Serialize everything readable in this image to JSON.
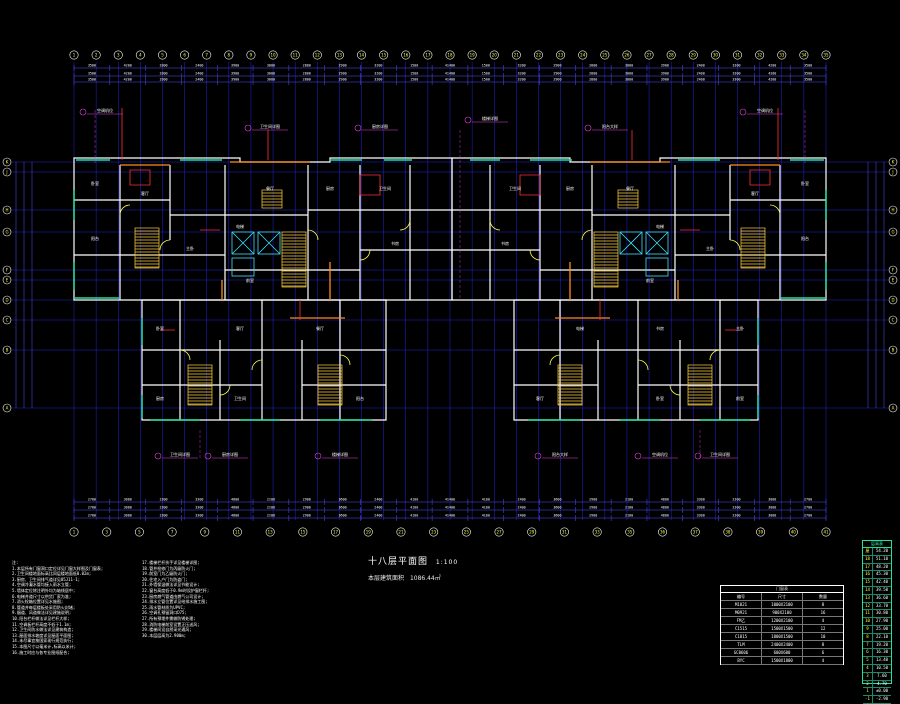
{
  "drawing": {
    "title": "十八层平面图",
    "scale": "1:100",
    "area_label": "本层建筑面积",
    "area_value": "1086.44㎡"
  },
  "colors": {
    "background": "#000000",
    "wall": "#ffffff",
    "axis": "#2020ff",
    "dimension": "#4848ff",
    "window": "#20e0a0",
    "door": "#ffff40",
    "fixture": "#ff3030",
    "annotation": "#e040e0",
    "text": "#ffffff",
    "balcony": "#ff8c1a"
  },
  "axis_labels_top": [
    "1",
    "2",
    "3",
    "4",
    "5",
    "6",
    "7",
    "8",
    "9",
    "10",
    "11",
    "12",
    "13",
    "14",
    "15",
    "16",
    "17",
    "18",
    "19",
    "20",
    "21",
    "22",
    "23",
    "24",
    "25",
    "26",
    "27",
    "28",
    "29",
    "30",
    "31",
    "32",
    "33",
    "34",
    "35"
  ],
  "axis_labels_bottom": [
    "1",
    "3",
    "5",
    "7",
    "9",
    "11",
    "13",
    "15",
    "17",
    "19",
    "21",
    "23",
    "25",
    "27",
    "29",
    "31",
    "33",
    "35",
    "36",
    "37",
    "38",
    "39",
    "40",
    "41"
  ],
  "axis_labels_left": [
    "K",
    "J",
    "H",
    "G",
    "F",
    "E",
    "D",
    "C",
    "B",
    "A"
  ],
  "axis_labels_right": [
    "K",
    "J",
    "H",
    "G",
    "F",
    "E",
    "D",
    "C",
    "B",
    "A"
  ],
  "dimensions_top": [
    "3500",
    "4200",
    "3300",
    "2400",
    "3900",
    "3000",
    "2800",
    "2900",
    "3200",
    "1500",
    "41400",
    "1500",
    "3200",
    "2900",
    "2800",
    "3000",
    "3900",
    "2400",
    "3300",
    "4200",
    "3500"
  ],
  "dimensions_bottom": [
    "2700",
    "3000",
    "2300",
    "3300",
    "4800",
    "2100",
    "2900",
    "3600",
    "2400",
    "4100",
    "41400",
    "4100",
    "2400",
    "3600",
    "2900",
    "2100",
    "4800",
    "3300",
    "2300",
    "3000",
    "2700"
  ],
  "rooms": [
    {
      "id": "r1",
      "label": "卧室"
    },
    {
      "id": "r2",
      "label": "客厅"
    },
    {
      "id": "r3",
      "label": "餐厅"
    },
    {
      "id": "r4",
      "label": "厨房"
    },
    {
      "id": "r5",
      "label": "卫生间"
    },
    {
      "id": "r6",
      "label": "阳台"
    },
    {
      "id": "r7",
      "label": "主卧"
    },
    {
      "id": "r8",
      "label": "书房"
    },
    {
      "id": "r9",
      "label": "电梯"
    },
    {
      "id": "r10",
      "label": "前室"
    }
  ],
  "notes_left": [
    "注:",
    "1.本层所有门窗洞口定位详见门窗大样图及门窗表;",
    "2.卫生间楼地面标高比同层楼地面低0.02m;",
    "3.厨房、卫生间排气道详见05J11-1;",
    "4.空调冷凝水管均接入雨水立管;",
    "5.墙体定位除注明外均为轴线居中;",
    "6.电梯井道尺寸以供货厂家为准;",
    "7.消火栓箱位置详见水施图;",
    "8.管道井每层楼板处采用防火封堵;",
    "9.烟道、风道做法详见建施说明;",
    "10.阳台栏杆做法详见栏杆大样;",
    "11.空调板栏杆高度不低于1.1m;",
    "12.卫生间防水做法详见建筑构造;",
    "13.屋面排水坡度详见屋面平面图;",
    "14.未尽事宜按国家现行规范执行;",
    "15.本图尺寸以毫米计,标高以米计;",
    "16.施工时应与各专业图纸配合;"
  ],
  "notes_right": [
    "17.楼梯栏杆扶手详见楼梯详图;",
    "18.管井检修门为丙级防火门;",
    "19.前室门为乙级防火门;",
    "20.住宅入户门为防盗门;",
    "21.外墙保温做法详见节能设计;",
    "22.窗台高度低于0.9m时设护窗栏杆;",
    "23.厨房燃气管道由燃气公司设计;",
    "24.排水立管位置详见给排水施工图;",
    "25.雨水管材质为UPVC;",
    "26.空调孔预留洞口D75;",
    "27.所有预埋件需做防锈处理;",
    "28.消防电梯前室设置正压送风;",
    "29.楼梯间设自然采光通风;",
    "30.本层层高为2.900m;"
  ],
  "door_window_table": {
    "header": "门窗表",
    "rows": [
      [
        "编号",
        "尺寸",
        "数量"
      ],
      [
        "M1021",
        "1000X2100",
        "8"
      ],
      [
        "M0921",
        "900X2100",
        "16"
      ],
      [
        "FM乙",
        "1200X2100",
        "4"
      ],
      [
        "C1515",
        "1500X1500",
        "12"
      ],
      [
        "C1815",
        "1800X1500",
        "10"
      ],
      [
        "TLM",
        "2400X2400",
        "8"
      ],
      [
        "GC0606",
        "600X600",
        "6"
      ],
      [
        "BYC",
        "1500X1800",
        "4"
      ]
    ]
  },
  "level_table": {
    "header": "层高表",
    "rows": [
      [
        "屋",
        "54.20"
      ],
      [
        "18",
        "51.10"
      ],
      [
        "17",
        "48.20"
      ],
      [
        "16",
        "45.30"
      ],
      [
        "15",
        "42.40"
      ],
      [
        "14",
        "39.50"
      ],
      [
        "13",
        "36.60"
      ],
      [
        "12",
        "33.70"
      ],
      [
        "11",
        "30.80"
      ],
      [
        "10",
        "27.90"
      ],
      [
        "9",
        "25.00"
      ],
      [
        "8",
        "22.10"
      ],
      [
        "7",
        "19.20"
      ],
      [
        "6",
        "16.30"
      ],
      [
        "5",
        "13.40"
      ],
      [
        "4",
        "10.50"
      ],
      [
        "3",
        "7.60"
      ],
      [
        "2",
        "4.70"
      ],
      [
        "1",
        "±0.00"
      ],
      [
        "-1",
        "-2.90"
      ]
    ]
  },
  "callouts": [
    "空调机位",
    "卫生间详图",
    "厨房详图",
    "楼梯详图",
    "阳台大样",
    "空调机位",
    "卫生间详图",
    "厨房详图",
    "楼梯详图",
    "阳台大样",
    "空调机位",
    "卫生间详图"
  ]
}
